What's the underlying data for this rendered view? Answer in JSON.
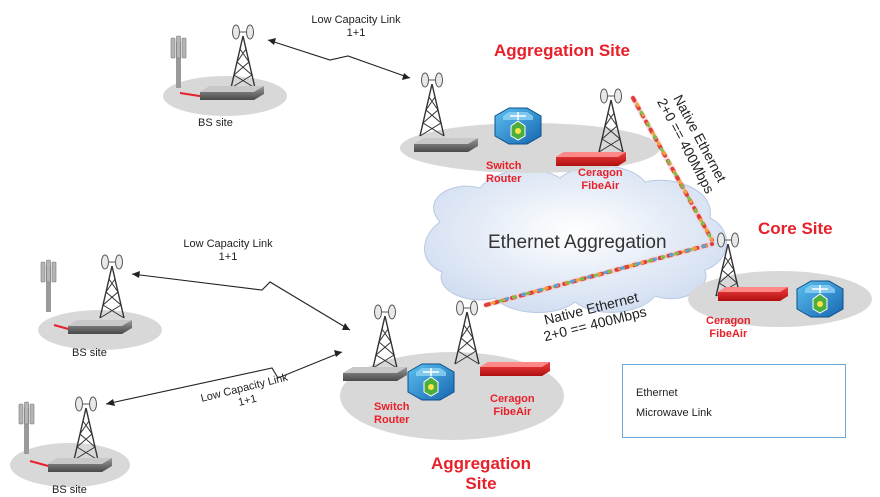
{
  "sites": {
    "aggregation_top": "Aggregation Site",
    "aggregation_bottom_line1": "Aggregation",
    "aggregation_bottom_line2": "Site",
    "core": "Core Site"
  },
  "bs_site_label": "BS site",
  "links": {
    "low_capacity_line1": "Low Capacity Link",
    "low_capacity_line2": "1+1",
    "native_line1": "Native Ethernet",
    "native_line2": "2+0 == 400Mbps"
  },
  "cloud_label": "Ethernet Aggregation",
  "device_labels": {
    "switch_line1": "Switch",
    "switch_line2": "Router",
    "ceragon_line1": "Ceragon",
    "ceragon_line2": "FibeAir"
  },
  "legend": {
    "ethernet": "Ethernet",
    "microwave": "Microwave Link"
  },
  "colors": {
    "accent_red": "#e8202a",
    "switch_blue": "#1f8fd6",
    "ellipse_gray": "#d4d4d4",
    "cloud_blue": "#dbe6f5",
    "legend_border": "#6fa8d6"
  }
}
